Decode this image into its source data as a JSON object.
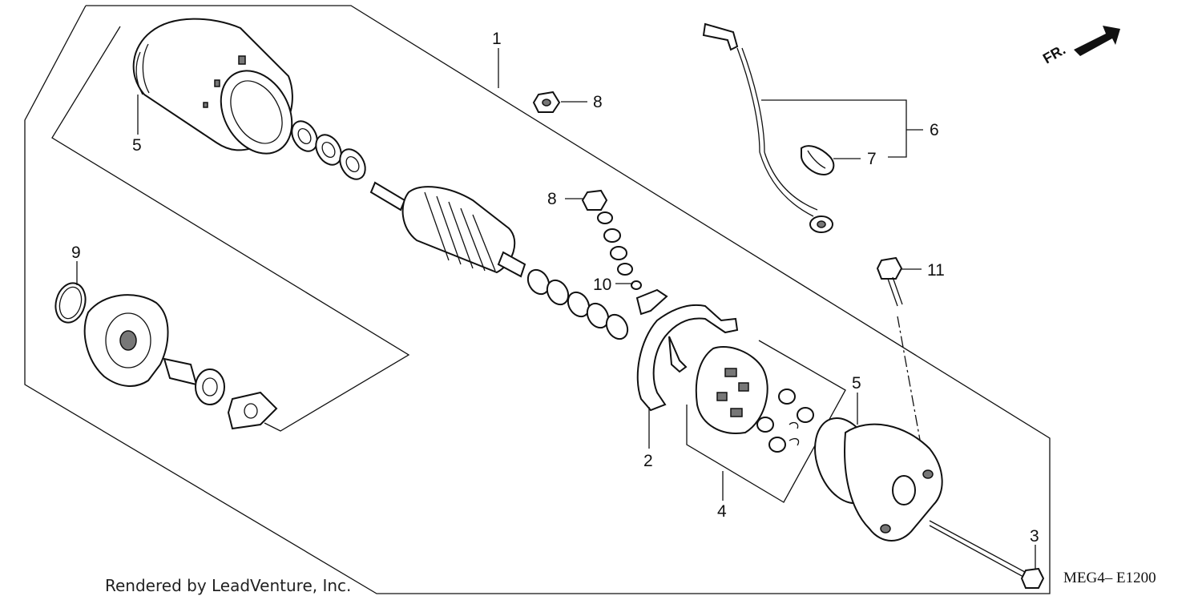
{
  "footer": {
    "credit": "Rendered by LeadVenture, Inc.",
    "diagram_code": "MEG4– E1200"
  },
  "direction_badge": {
    "text": "FR.",
    "icon": "forward-arrow-icon"
  },
  "callouts": [
    {
      "id": "1",
      "text": "1"
    },
    {
      "id": "2",
      "text": "2"
    },
    {
      "id": "3",
      "text": "3"
    },
    {
      "id": "4",
      "text": "4"
    },
    {
      "id": "5a",
      "text": "5"
    },
    {
      "id": "5b",
      "text": "5"
    },
    {
      "id": "6",
      "text": "6"
    },
    {
      "id": "7",
      "text": "7"
    },
    {
      "id": "8a",
      "text": "8"
    },
    {
      "id": "8b",
      "text": "8"
    },
    {
      "id": "9",
      "text": "9"
    },
    {
      "id": "10",
      "text": "10"
    },
    {
      "id": "11",
      "text": "11"
    }
  ]
}
